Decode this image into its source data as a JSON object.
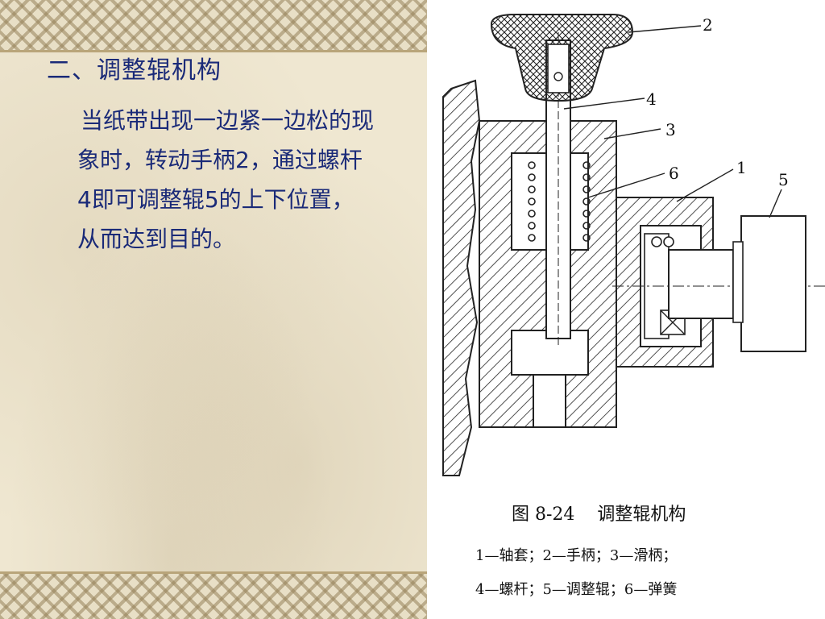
{
  "slide": {
    "heading": "二、调整辊机构",
    "body": "当纸带出现一边紧一边松的现象时，转动手柄2，通过螺杆4即可调整辊5的上下位置，从而达到目的。"
  },
  "figure": {
    "title": "图 8-24    调整辊机构",
    "legend_line1": "1—轴套；2—手柄；3—滑柄；",
    "legend_line2": "4—螺杆；5—调整辊；6—弹簧",
    "callouts": [
      "2",
      "4",
      "3",
      "6",
      "1",
      "5"
    ]
  },
  "colors": {
    "text_primary": "#1a2a78",
    "panel_bg": "#efe7d1",
    "figure_bg": "#ffffff"
  }
}
